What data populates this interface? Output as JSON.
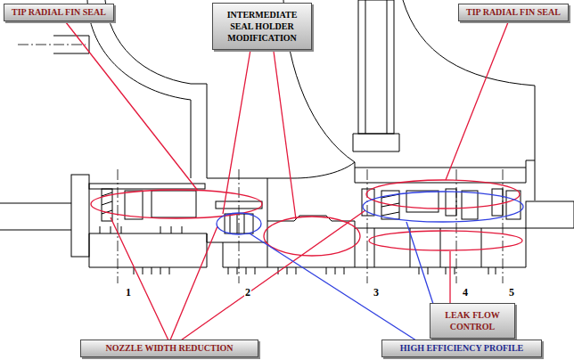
{
  "diagram": {
    "nodes": [
      {
        "text": [
          "TIP RADIAL FIN SEAL"
        ]
      },
      {
        "text": [
          "INTERMEDIATE SEAL HOLDER MODIFICATION"
        ]
      },
      {
        "text": [
          "TIP RADIAL FIN SEAL"
        ]
      },
      {
        "text": [
          "LEAK FLOW CONTROL"
        ]
      },
      {
        "text": [
          "NOZZLE WIDTH REDUCTION"
        ]
      },
      {
        "text": [
          "HIGH EFFICIENCY PROFILE"
        ]
      }
    ],
    "labels": [
      "1",
      "2",
      "3",
      "4",
      "5"
    ]
  }
}
